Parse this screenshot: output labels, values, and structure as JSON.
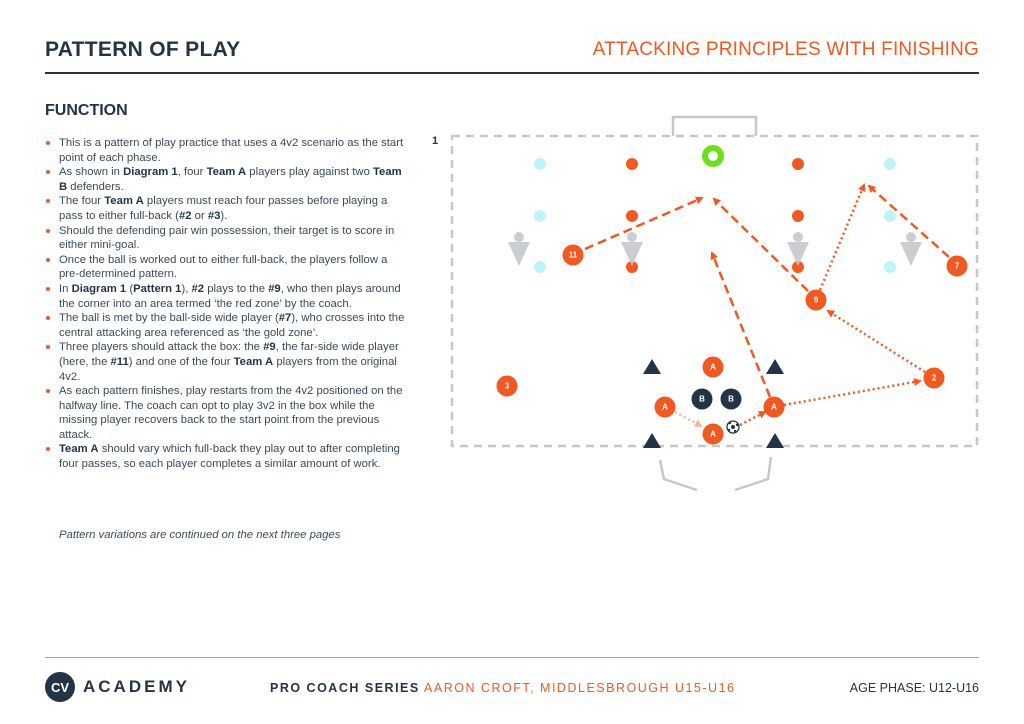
{
  "header": {
    "title": "PATTERN OF PLAY",
    "subtitle": "ATTACKING PRINCIPLES WITH FINISHING"
  },
  "section_title": "FUNCTION",
  "bullets": [
    [
      {
        "t": "This is a pattern of play practice that uses a 4v2 scenario as the start point of each phase."
      }
    ],
    [
      {
        "t": "As shown in "
      },
      {
        "t": "Diagram 1",
        "b": true
      },
      {
        "t": ", four "
      },
      {
        "t": "Team A",
        "b": true
      },
      {
        "t": " players play against two "
      },
      {
        "t": "Team B",
        "b": true
      },
      {
        "t": " defenders."
      }
    ],
    [
      {
        "t": "The four "
      },
      {
        "t": "Team A",
        "b": true
      },
      {
        "t": " players must reach four passes before playing a pass to either full-back ("
      },
      {
        "t": "#2",
        "b": true
      },
      {
        "t": " or "
      },
      {
        "t": "#3",
        "b": true
      },
      {
        "t": ")."
      }
    ],
    [
      {
        "t": "Should the defending pair win possession, their target is to score in either mini-goal."
      }
    ],
    [
      {
        "t": "Once the ball is worked out to either full-back, the players follow a pre-determined pattern."
      }
    ],
    [
      {
        "t": "In "
      },
      {
        "t": "Diagram 1",
        "b": true
      },
      {
        "t": " ("
      },
      {
        "t": "Pattern 1",
        "b": true
      },
      {
        "t": "), "
      },
      {
        "t": "#2",
        "b": true
      },
      {
        "t": " plays to the "
      },
      {
        "t": "#9",
        "b": true
      },
      {
        "t": ", who then plays around the corner into an area termed ‘the red zone’ by the coach."
      }
    ],
    [
      {
        "t": "The ball is met by the ball-side wide player ("
      },
      {
        "t": "#7",
        "b": true
      },
      {
        "t": "), who crosses into the central attacking area referenced as ‘the gold zone’."
      }
    ],
    [
      {
        "t": "Three players should attack the box: the "
      },
      {
        "t": "#9",
        "b": true
      },
      {
        "t": ", the far-side wide player (here, the "
      },
      {
        "t": "#11",
        "b": true
      },
      {
        "t": ") and one of the four "
      },
      {
        "t": "Team A",
        "b": true
      },
      {
        "t": " players from the original 4v2."
      }
    ],
    [
      {
        "t": "As each pattern finishes, play restarts from the 4v2 positioned on the halfway line. The coach can opt to play 3v2 in the box while the missing player recovers back to the start point from the previous attack."
      }
    ],
    [
      {
        "t": "Team A",
        "b": true
      },
      {
        "t": " should vary which full-back they play out to after completing four passes, so each player completes a similar amount of work."
      }
    ]
  ],
  "note": "Pattern variations are continued on the next three pages",
  "diagram": {
    "number": "1",
    "players": {
      "p11": "11",
      "p7": "7",
      "p9": "9",
      "p2": "2",
      "p3": "3",
      "teamA": "A",
      "teamB": "B"
    },
    "colors": {
      "orange": "#f05a22",
      "navy": "#243447",
      "cyan": "#bff3f5",
      "green": "#6ee01b",
      "grey": "#c4c8cd"
    }
  },
  "footer": {
    "logo_text": "CV",
    "brand": "ACADEMY",
    "series": "PRO COACH SERIES",
    "coach": "AARON CROFT, MIDDLESBROUGH U15-U16",
    "age_phase": "AGE PHASE: U12-U16"
  }
}
